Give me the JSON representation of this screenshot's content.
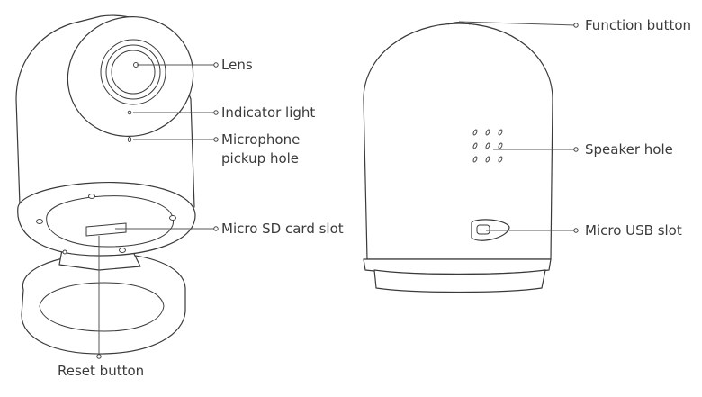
{
  "labels": {
    "lens": "Lens",
    "indicator_light": "Indicator light",
    "microphone_line1": "Microphone",
    "microphone_line2": "pickup hole",
    "micro_sd_slot": "Micro SD card slot",
    "reset_button": "Reset button",
    "function_button": "Function button",
    "speaker_hole": "Speaker hole",
    "micro_usb_slot": "Micro USB slot"
  }
}
